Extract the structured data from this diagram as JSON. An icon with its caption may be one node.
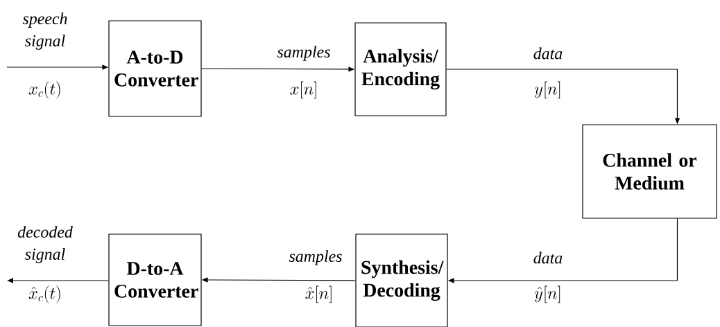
{
  "diagram": {
    "nodes": [
      {
        "text": [
          "A-to-D Converter"
        ]
      },
      {
        "text": [
          "Analysis/ Encoding"
        ]
      },
      {
        "text": [
          "Channel or Medium"
        ]
      },
      {
        "text": [
          "Synthesis/ Decoding"
        ]
      },
      {
        "text": [
          "D-to-A Converter"
        ]
      }
    ],
    "edges": [
      {
        "from": null,
        "to": 0,
        "arrow": "to",
        "label": "speech signal"
      },
      {
        "from": 0,
        "to": 1,
        "arrow": "to",
        "label": "samples"
      },
      {
        "from": 1,
        "to": 2,
        "arrow": "to",
        "label": "data"
      },
      {
        "from": 2,
        "to": 3,
        "arrow": "to",
        "label": "data"
      },
      {
        "from": 3,
        "to": 4,
        "arrow": "to",
        "label": "samples"
      },
      {
        "from": 4,
        "to": null,
        "arrow": "to",
        "label": "decoded signal"
      }
    ],
    "labels": [
      "x_c(t)",
      "x[n]",
      "y[n]",
      "\\hat{y}[n]",
      "\\hat{x}[n]",
      "\\hat{x}_c(t)"
    ]
  }
}
